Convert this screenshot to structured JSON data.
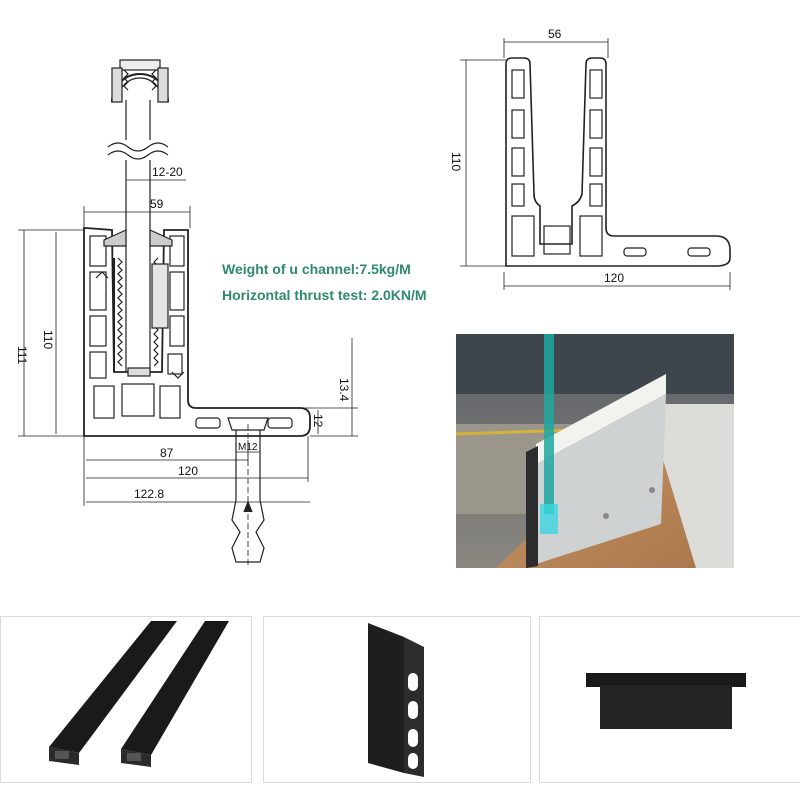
{
  "specs": {
    "weight": "Weight of u channel:7.5kg/M",
    "thrust": "Horizontal thrust test: 2.0KN/M"
  },
  "left_drawing": {
    "dims": {
      "glass_range": "12-20",
      "top_width": "59",
      "overall_height": "111",
      "inner_height": "110",
      "flange_height": "13.4",
      "flange_thickness": "12",
      "bolt": "M12",
      "to_bolt": "87",
      "base_width": "120",
      "overall_width": "122.8"
    }
  },
  "right_drawing": {
    "dims": {
      "top_width": "56",
      "height": "110",
      "base_width": "120"
    }
  },
  "colors": {
    "spec_text": "#2e8b6e",
    "line": "#222222",
    "glass": "#1fa8a0",
    "rubber": "#1a1a1a"
  }
}
